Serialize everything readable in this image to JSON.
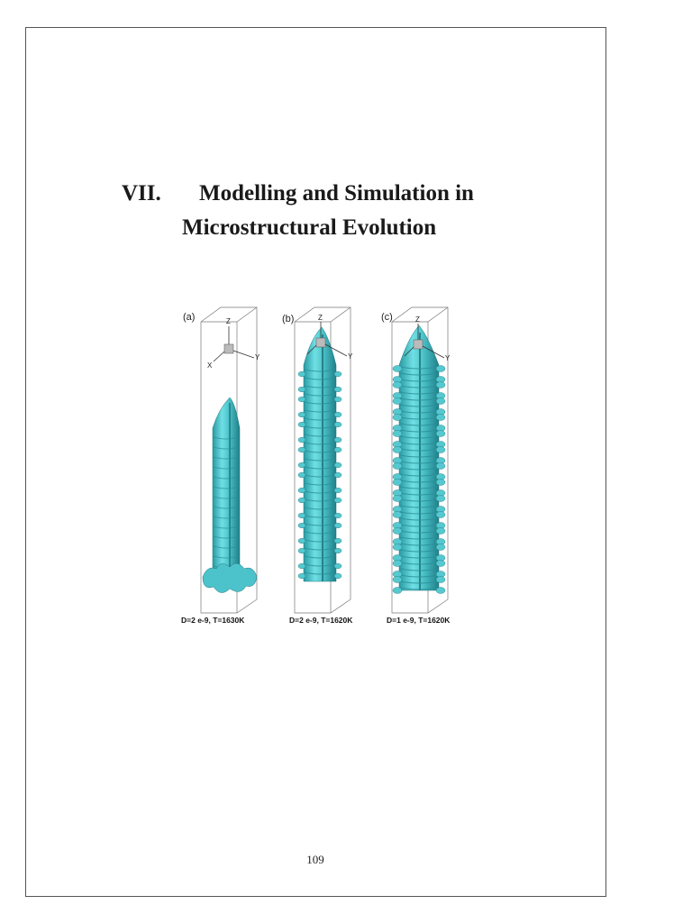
{
  "heading": {
    "number": "VII.",
    "line1": "Modelling and Simulation in",
    "line2": "Microstructural Evolution"
  },
  "figure": {
    "panels": [
      {
        "id": "a",
        "label": "(a)",
        "caption": "D=2 e-9, T=1630K"
      },
      {
        "id": "b",
        "label": "(b)",
        "caption": "D=2 e-9, T=1620K"
      },
      {
        "id": "c",
        "label": "(c)",
        "caption": "D=1 e-9, T=1620K"
      }
    ],
    "axes": {
      "z": "Z",
      "y": "Y",
      "x": "X"
    },
    "dendrite_color": "#5fd0d6"
  },
  "page_number": "109"
}
